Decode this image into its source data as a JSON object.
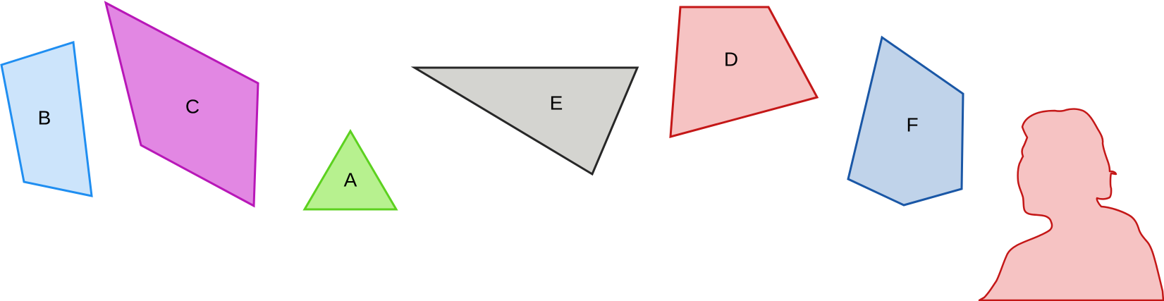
{
  "shapes": [
    {
      "id": "b",
      "label": "B",
      "kind": "quadrilateral",
      "fill": "#cce4fb",
      "stroke": "#1f8ef1"
    },
    {
      "id": "c",
      "label": "C",
      "kind": "quadrilateral",
      "fill": "#e287e3",
      "stroke": "#b817b8"
    },
    {
      "id": "a",
      "label": "A",
      "kind": "triangle",
      "fill": "#b7f18f",
      "stroke": "#5cd11f"
    },
    {
      "id": "e",
      "label": "E",
      "kind": "triangle",
      "fill": "#d4d4d0",
      "stroke": "#272727"
    },
    {
      "id": "d",
      "label": "D",
      "kind": "quadrilateral",
      "fill": "#f6c3c3",
      "stroke": "#c41717"
    },
    {
      "id": "f",
      "label": "F",
      "kind": "pentagon",
      "fill": "#c0d3ea",
      "stroke": "#1a57a6"
    }
  ],
  "silhouette": {
    "kind": "person-silhouette",
    "fill": "#f6c3c3",
    "stroke": "#c41717"
  }
}
